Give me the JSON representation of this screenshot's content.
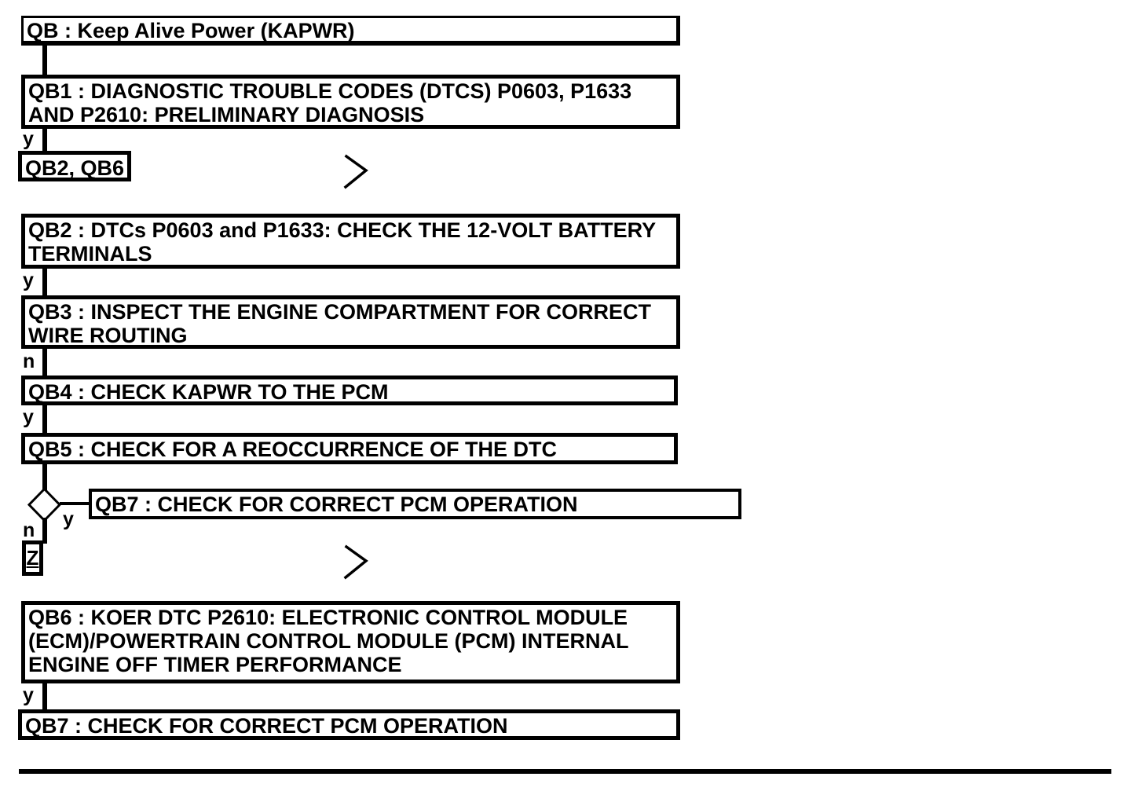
{
  "page": {
    "background_color": "#ffffff",
    "line_color": "#000000"
  },
  "flowchart": {
    "title": "QB : Keep Alive Power (KAPWR)",
    "nodes": {
      "qb": {
        "id": "QB",
        "lines": [
          "QB : Keep Alive Power (KAPWR)"
        ]
      },
      "qb1": {
        "id": "QB1",
        "lines": [
          "QB1 : DIAGNOSTIC TROUBLE CODES (DTCS) P0603, P1633",
          "AND P2610: PRELIMINARY DIAGNOSIS"
        ]
      },
      "ref_qb2_qb6": {
        "id": "QB2, QB6",
        "lines": [
          "QB2, QB6"
        ]
      },
      "qb2": {
        "id": "QB2",
        "lines": [
          "QB2 : DTCs P0603 and P1633: CHECK THE 12-VOLT BATTERY",
          "TERMINALS"
        ]
      },
      "qb3": {
        "id": "QB3",
        "lines": [
          "QB3 : INSPECT THE ENGINE COMPARTMENT FOR CORRECT",
          "WIRE ROUTING"
        ]
      },
      "qb4": {
        "id": "QB4",
        "lines": [
          "QB4 : CHECK KAPWR TO THE PCM"
        ]
      },
      "qb5": {
        "id": "QB5",
        "lines": [
          "QB5 : CHECK FOR A REOCCURRENCE OF THE DTC"
        ]
      },
      "qb7_branch": {
        "id": "QB7",
        "lines": [
          "QB7 : CHECK FOR CORRECT PCM OPERATION"
        ]
      },
      "ref_z": {
        "id": "Z",
        "lines": [
          "Z"
        ]
      },
      "qb6": {
        "id": "QB6",
        "lines": [
          "QB6 : KOER DTC P2610: ELECTRONIC CONTROL MODULE",
          "(ECM)/POWERTRAIN CONTROL MODULE (PCM) INTERNAL",
          "ENGINE OFF TIMER PERFORMANCE"
        ]
      },
      "qb7_bottom": {
        "id": "QB7",
        "lines": [
          "QB7 : CHECK FOR CORRECT PCM OPERATION"
        ]
      }
    },
    "edge_labels": {
      "qb1_yes": "y",
      "qb2_yes": "y",
      "qb3_no": "n",
      "qb4_yes": "y",
      "decision_yes": "y",
      "decision_no": "n",
      "qb6_yes": "y"
    },
    "icons": {
      "continue_chevron": "continue-chevron"
    }
  }
}
